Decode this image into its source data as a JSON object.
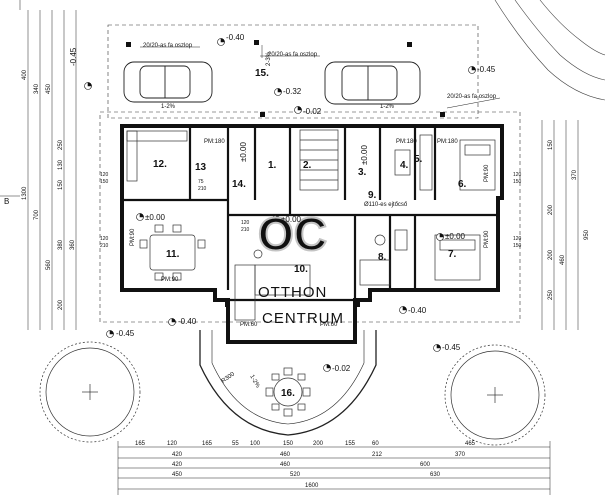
{
  "rooms": [
    {
      "n": "1."
    },
    {
      "n": "2."
    },
    {
      "n": "3."
    },
    {
      "n": "4."
    },
    {
      "n": "5."
    },
    {
      "n": "6."
    },
    {
      "n": "7."
    },
    {
      "n": "8."
    },
    {
      "n": "9."
    },
    {
      "n": "10."
    },
    {
      "n": "11."
    },
    {
      "n": "12."
    },
    {
      "n": "13"
    },
    {
      "n": "14."
    },
    {
      "n": "15."
    },
    {
      "n": "16."
    }
  ],
  "levels": {
    "a": "-0.40",
    "b": "-0.45",
    "c": "-0.32",
    "d": "-0.02",
    "e": "±0.00",
    "f": "±0.00",
    "g": "±0.00",
    "h": "±0.00",
    "i": "±0.00",
    "j": "-0.45",
    "k": "-0.40",
    "l": "-0.40",
    "m": "-0.45",
    "n": "-0.02",
    "o": "-0.45"
  },
  "notes": {
    "col1": "20/20-as fa oszlop",
    "col2": "20/20-as fa oszlop",
    "col3": "20/20-as fa oszlop",
    "slope1": "1-2%",
    "slope2": "1-2%",
    "slope3": "1-2%",
    "slope4": "2-3%",
    "pipe": "Ø110-es ejtőcső",
    "pm1": "PM:180",
    "pm2": "PM:180",
    "pm3": "PM:180",
    "pm4": "PM:90",
    "pm5": "PM:90",
    "pm6": "PM:90",
    "pm7": "PM:60",
    "pm8": "PM:60",
    "pm9": "PM:90",
    "r1": "R300",
    "scale_b": "B"
  },
  "dims_bottom_1": [
    "165",
    "120",
    "165",
    "55",
    "100",
    "150",
    "200",
    "155",
    "60",
    "465"
  ],
  "dims_bottom_2": [
    "420",
    "460",
    "212",
    "370"
  ],
  "dims_bottom_3": [
    "420",
    "460",
    "600"
  ],
  "dims_bottom_4": [
    "450",
    "520",
    "630"
  ],
  "dims_bottom_5": [
    "1600"
  ],
  "dims_left_1": [
    "400",
    "340",
    "450"
  ],
  "dims_left_2": [
    "1300"
  ],
  "dims_left_3": [
    "250",
    "130",
    "150",
    "380",
    "360",
    "200"
  ],
  "dims_left_4": [
    "700",
    "560"
  ],
  "dims_right_1": [
    "150",
    "200",
    "200",
    "250",
    "460"
  ],
  "dims_right_2": [
    "370",
    "950"
  ],
  "win": [
    "120",
    "150",
    "75",
    "210",
    "120",
    "210",
    "120",
    "210",
    "120",
    "150",
    "120",
    "150"
  ],
  "watermark": {
    "top": "OTTHON",
    "bottom": "CENTRUM"
  }
}
